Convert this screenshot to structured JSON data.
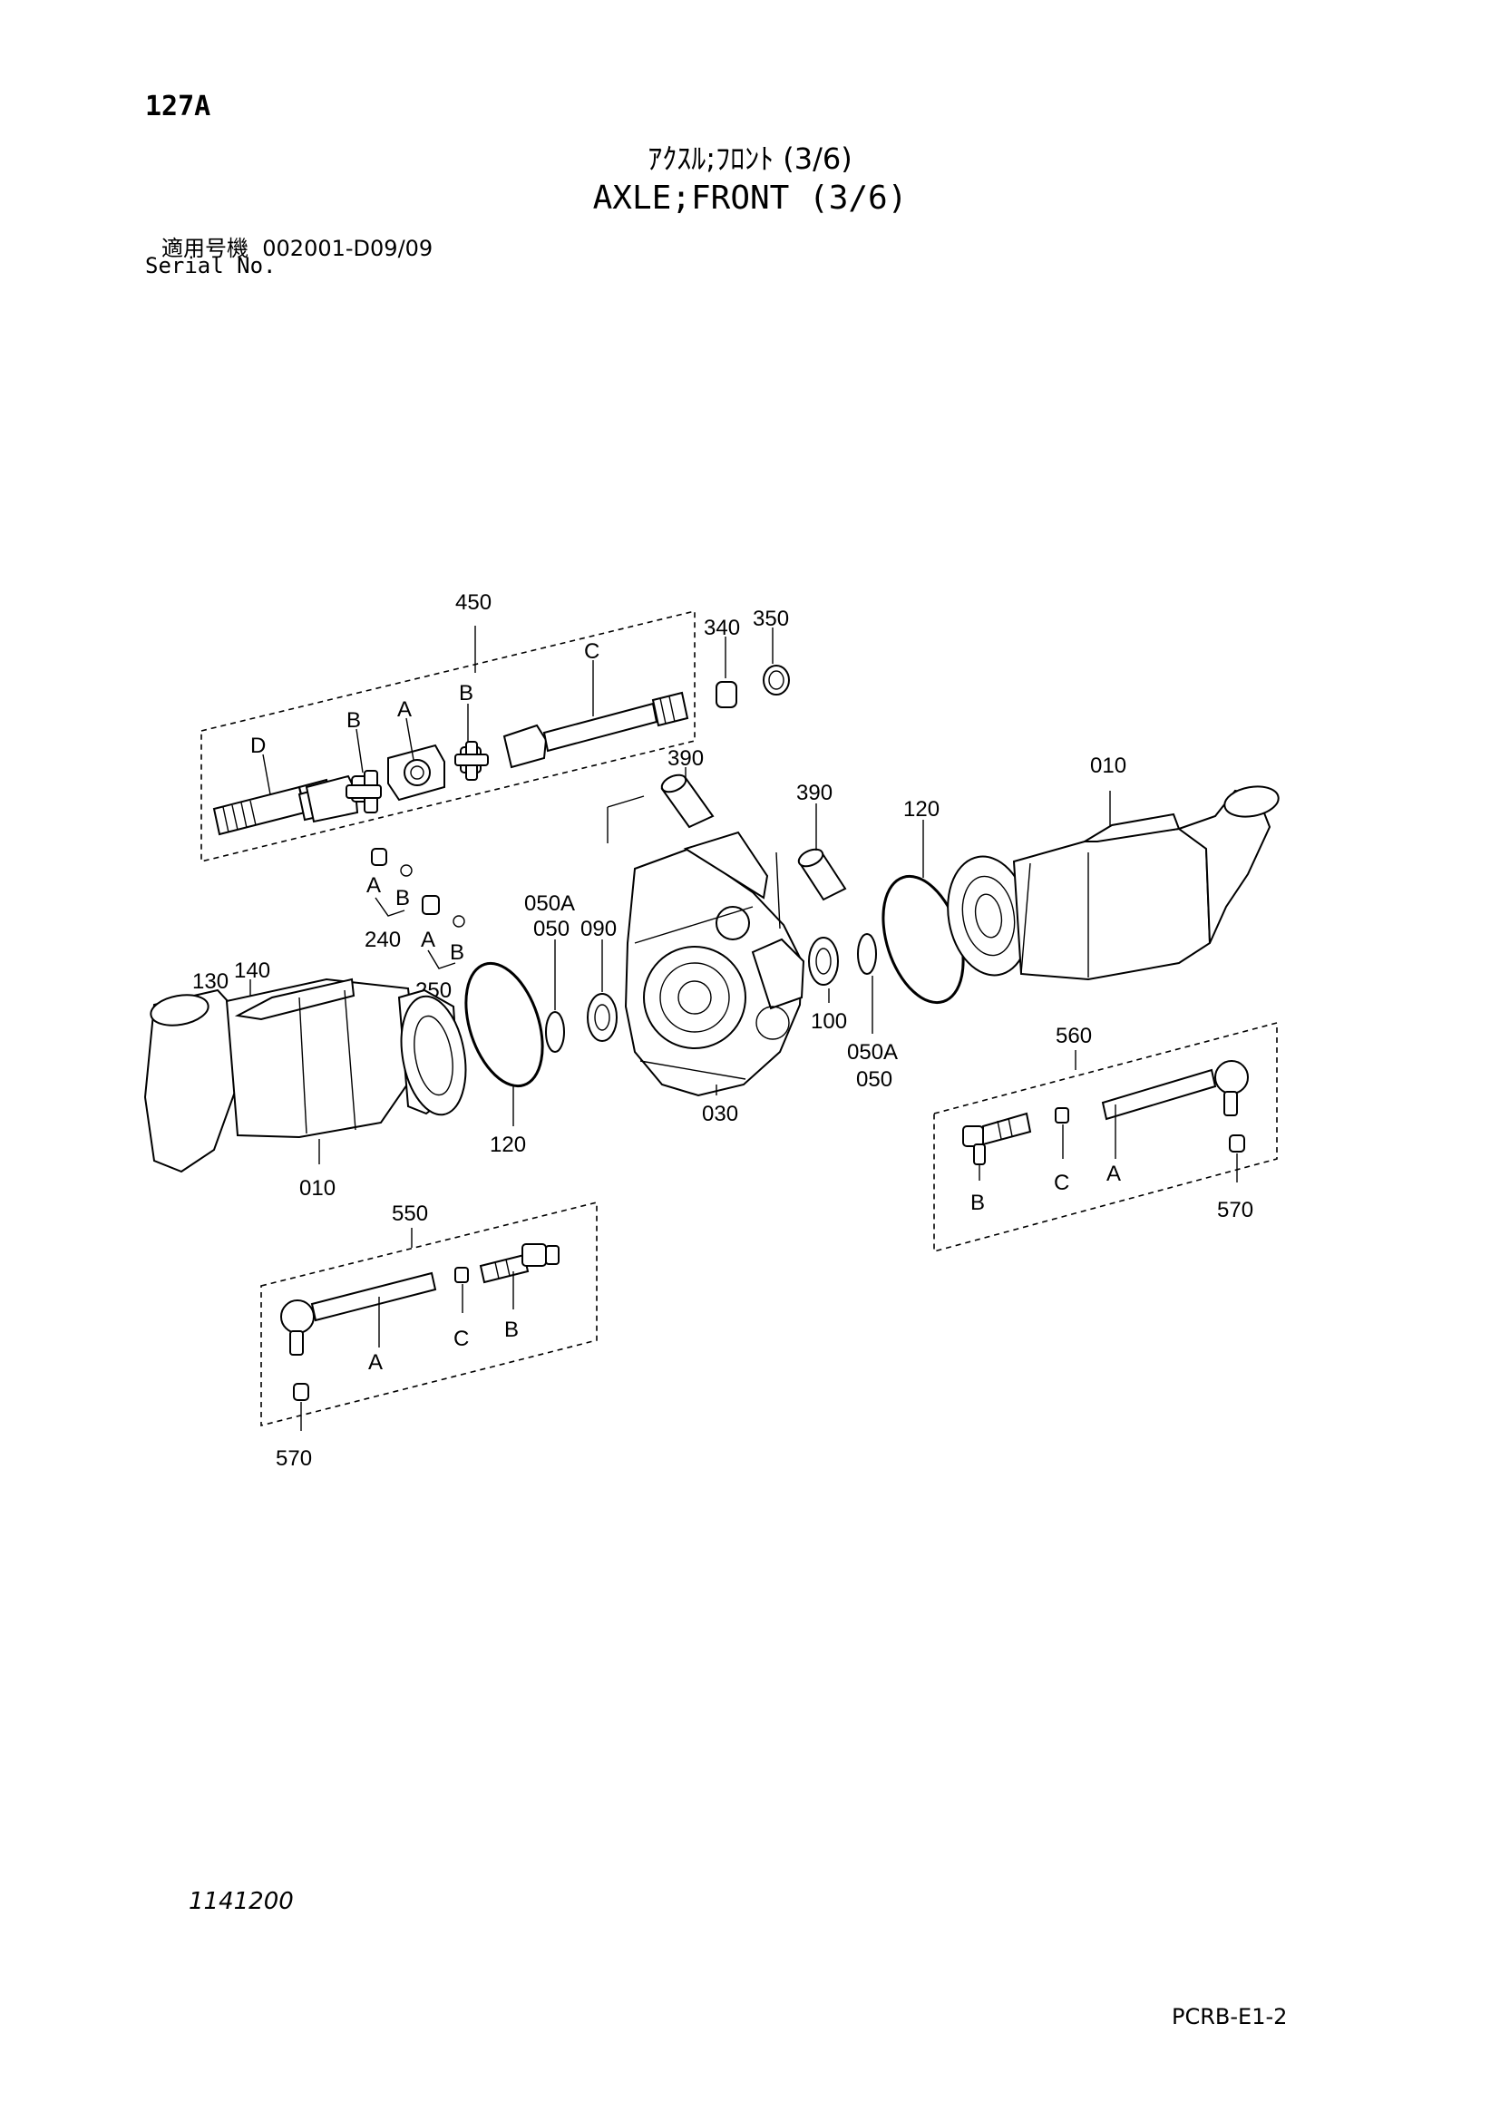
{
  "header": {
    "page_no": "127A",
    "title_jp": "ｱｸｽﾙ;ﾌﾛﾝﾄ (3/6)",
    "title_en": "AXLE;FRONT (3/6)",
    "serial_label_jp": "適用号機",
    "serial_range": "002001-D09/09",
    "serial_label_en": "Serial No."
  },
  "footer": {
    "drawing_ref": "1141200",
    "page_code": "PCRB-E1-2"
  },
  "callouts": {
    "p450": "450",
    "p340": "340",
    "p350": "350",
    "p390a": "390",
    "p390b": "390",
    "p010a": "010",
    "p010b": "010",
    "p120a": "120",
    "p120b": "120",
    "p240": "240",
    "p250": "250",
    "p130": "130",
    "p140": "140",
    "p050Aa": "050A",
    "p050a": "050",
    "p090": "090",
    "p100": "100",
    "p050Ab": "050A",
    "p050b": "050",
    "p030": "030",
    "p560": "560",
    "p570a": "570",
    "p550": "550",
    "p570b": "570",
    "sub_D": "D",
    "sub_B1": "B",
    "sub_A1": "A",
    "sub_B2": "B",
    "sub_C1": "C",
    "sub_A2": "A",
    "sub_B3": "B",
    "sub_A3": "A",
    "sub_B4": "B",
    "sub_B5": "B",
    "sub_C2": "C",
    "sub_A4": "A",
    "sub_A5": "A",
    "sub_C3": "C",
    "sub_B6": "B"
  }
}
